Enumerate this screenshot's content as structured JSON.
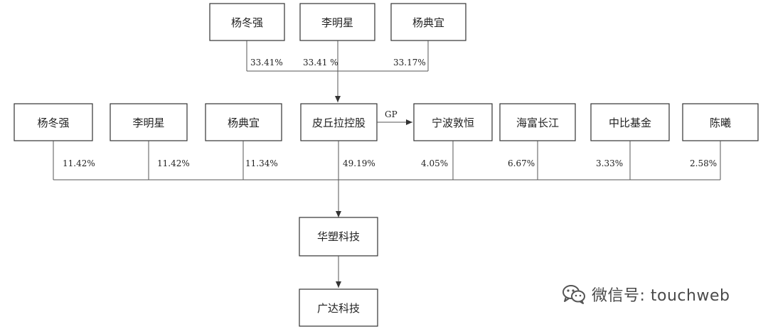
{
  "boxes": {
    "top_yang_dongqiang": "杨冬强",
    "top_li_mingxing": "李明星",
    "top_yang_dianyi": "杨典宜",
    "mid_yang_dongqiang": "杨冬强",
    "mid_li_mingxing": "李明星",
    "mid_yang_dianyi": "杨典宜",
    "piqiu_lala": "皮丘拉控股",
    "ningbo_dunheng": "宁波敦恒",
    "haifu_changjiang": "海富长江",
    "zhongbi_jijin": "中比基金",
    "chen_xi": "陈曦",
    "huasu_keji": "华塑科技",
    "guangda_keji": "广达科技"
  },
  "percentages": {
    "top_yang_dongqiang": "33.41%",
    "top_li_mingxing": "33.41 %",
    "top_yang_dianyi": "33.17%",
    "mid_yang_dongqiang": "11.42%",
    "mid_li_mingxing": "11.42%",
    "mid_yang_dianyi": "11.34%",
    "piqiu_lala": "49.19%",
    "ningbo_dunheng": "4.05%",
    "haifu_changjiang": "6.67%",
    "zhongbi_jijin": "3.33%",
    "chen_xi": "2.58%"
  },
  "gp_label": "GP",
  "watermark": {
    "text": "微信号: touchweb",
    "icon": "wechat-icon"
  }
}
